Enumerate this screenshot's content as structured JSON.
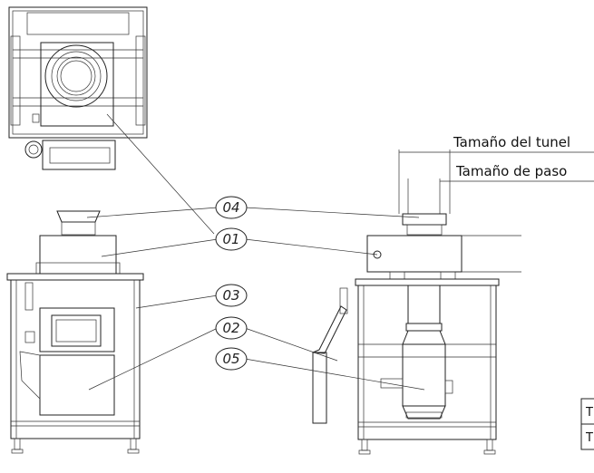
{
  "dimensions": {
    "tunnel_size": "Tamaño del tunel",
    "pass_size": "Tamaño de paso"
  },
  "balloons": [
    {
      "id": "01",
      "label": "01"
    },
    {
      "id": "02",
      "label": "02"
    },
    {
      "id": "03",
      "label": "03"
    },
    {
      "id": "04",
      "label": "04"
    },
    {
      "id": "05",
      "label": "05"
    }
  ],
  "table_fragment": {
    "row1": "T",
    "row2": "T"
  }
}
